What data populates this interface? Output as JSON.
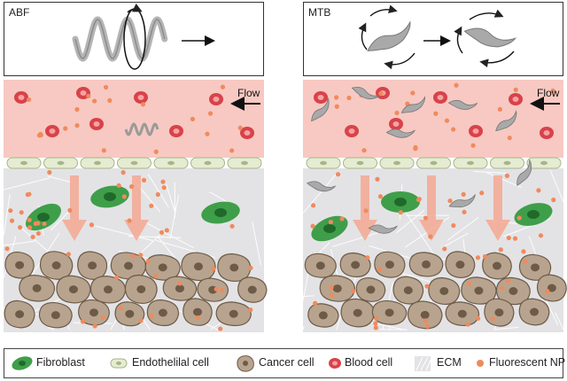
{
  "panels": [
    {
      "id": "abf",
      "label": "ABF",
      "flow_label": "Flow"
    },
    {
      "id": "mtb",
      "label": "MTB",
      "flow_label": "Flow"
    }
  ],
  "legend": {
    "items": [
      {
        "label": "Fibroblast",
        "icon": "fibroblast-icon"
      },
      {
        "label": "Endothelilal cell",
        "icon": "endothelial-cell-icon"
      },
      {
        "label": "Cancer cell",
        "icon": "cancer-cell-icon"
      },
      {
        "label": "Blood cell",
        "icon": "blood-cell-icon"
      },
      {
        "label": "ECM",
        "icon": "ecm-icon"
      },
      {
        "label": "Fluorescent NP",
        "icon": "fluorescent-np-icon"
      }
    ]
  },
  "colors": {
    "vessel": "#f7c9c2",
    "tissue": "#e3e3e6",
    "endothelial": "#e5ecd2",
    "fibroblast": "#3f9e4a",
    "cancer": "#b8a48e",
    "blood": "#d9424a",
    "np": "#f08a5d",
    "robot": "#9a9a9a",
    "arrow": "#f3a890"
  }
}
